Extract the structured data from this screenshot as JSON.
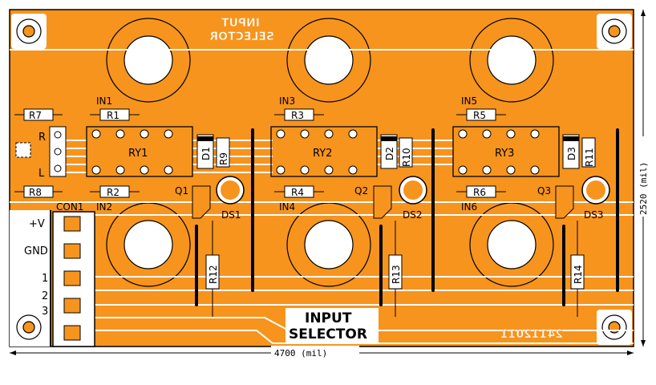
{
  "colors": {
    "board": "#f7941d",
    "copper_outline": "#ffffff",
    "silk": "#000000"
  },
  "board": {
    "title_mirrored": [
      "INPUT",
      "SELECTOR"
    ],
    "title": [
      "INPUT",
      "SELECTOR"
    ],
    "date_mirrored": "24112011",
    "width_dim": "4700 (mil)",
    "height_dim": "2520 (mil)"
  },
  "resistors": {
    "r7": "R7",
    "r8": "R8",
    "r1": "R1",
    "r2": "R2",
    "r3": "R3",
    "r4": "R4",
    "r5": "R5",
    "r6": "R6",
    "r9": "R9",
    "r10": "R10",
    "r11": "R11",
    "r12": "R12",
    "r13": "R13",
    "r14": "R14"
  },
  "inputs": {
    "in1": "IN1",
    "in2": "IN2",
    "in3": "IN3",
    "in4": "IN4",
    "in5": "IN5",
    "in6": "IN6"
  },
  "relays": {
    "ry1": "RY1",
    "ry2": "RY2",
    "ry3": "RY3"
  },
  "diodes": {
    "d1": "D1",
    "d2": "D2",
    "d3": "D3"
  },
  "transistors": {
    "q1": "Q1",
    "q2": "Q2",
    "q3": "Q3"
  },
  "leds": {
    "ds1": "DS1",
    "ds2": "DS2",
    "ds3": "DS3"
  },
  "channels": {
    "r": "R",
    "l": "L"
  },
  "connector": {
    "name": "CON1",
    "pins": [
      "+V",
      "GND",
      "1",
      "2",
      "3"
    ]
  }
}
